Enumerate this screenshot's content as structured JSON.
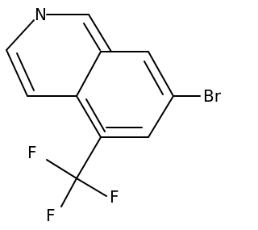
{
  "molecule": {
    "atoms": {
      "nitrogen": "N",
      "bromine": "Br",
      "fluorine_top": "F",
      "fluorine_right": "F",
      "fluorine_bottom": "F"
    }
  },
  "colors": {
    "bond": "#000000",
    "label": "#000000",
    "background": "#ffffff"
  }
}
